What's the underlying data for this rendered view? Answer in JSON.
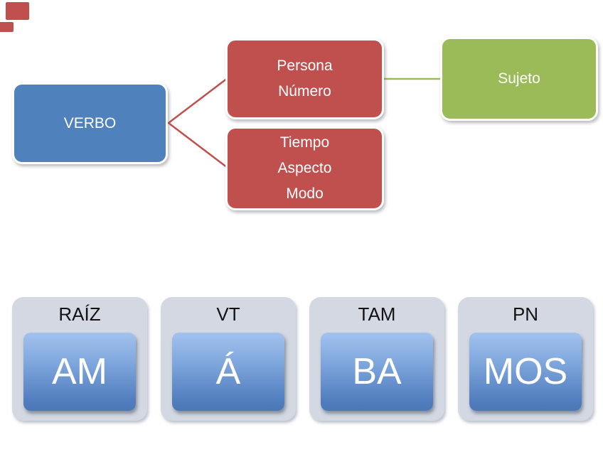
{
  "diagram": {
    "verbo_label": "VERBO",
    "persona_numero_lines": [
      "Persona",
      "Número"
    ],
    "tiempo_aspecto_modo_lines": [
      "Tiempo",
      "Aspecto",
      "Modo"
    ],
    "sujeto_label": "Sujeto"
  },
  "morphemes": [
    {
      "label": "RAÍZ",
      "value": "AM"
    },
    {
      "label": "VT",
      "value": "Á"
    },
    {
      "label": "TAM",
      "value": "BA"
    },
    {
      "label": "PN",
      "value": "MOS"
    }
  ],
  "colors": {
    "verb_blue": "#4F81BD",
    "feature_red": "#C0504D",
    "subject_green": "#9BBB59",
    "card_gray": "#D3D8E2",
    "chip_gradient_top": "#A3C2EE",
    "chip_gradient_bottom": "#4A77B5",
    "text_on_color": "#FFFFFF",
    "label_text": "#121212"
  }
}
